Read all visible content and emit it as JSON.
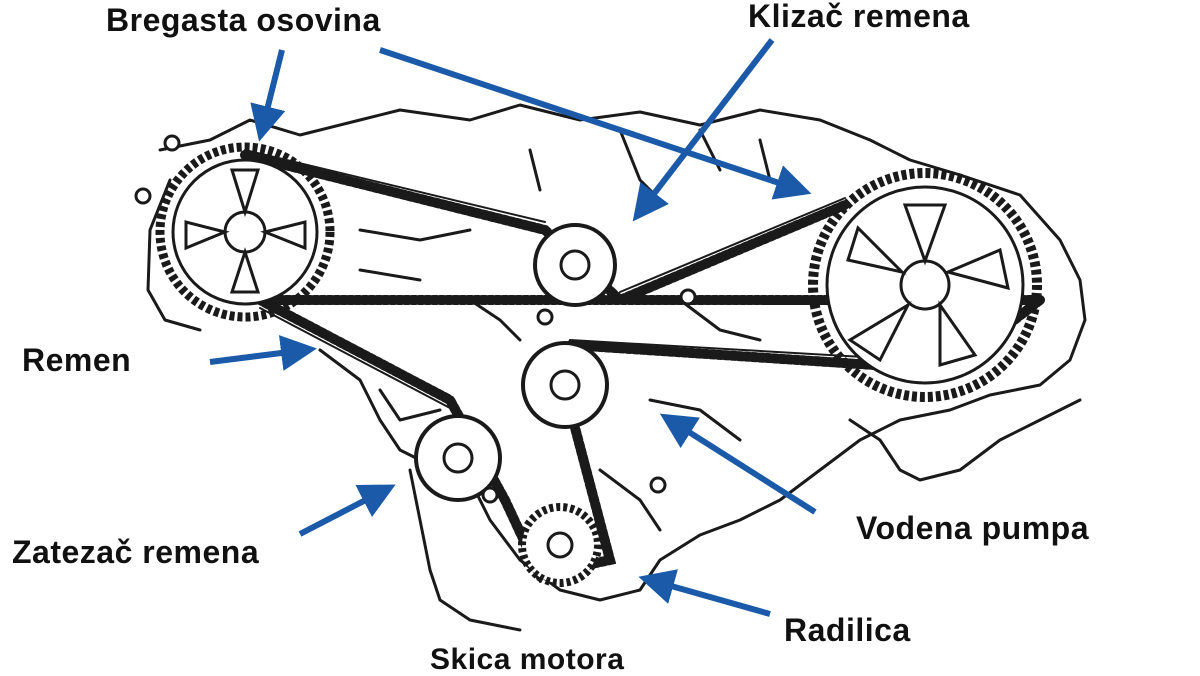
{
  "diagram": {
    "caption": "Skica motora",
    "labels": {
      "camshaft": "Bregasta osovina",
      "idler": "Klizač remena",
      "belt": "Remen",
      "tensioner": "Zatezač remena",
      "water_pump": "Vodena pumpa",
      "crankshaft": "Radilica"
    },
    "colors": {
      "arrow": "#1a5aa8",
      "line_art": "#1a1a1a",
      "background": "#ffffff"
    }
  }
}
